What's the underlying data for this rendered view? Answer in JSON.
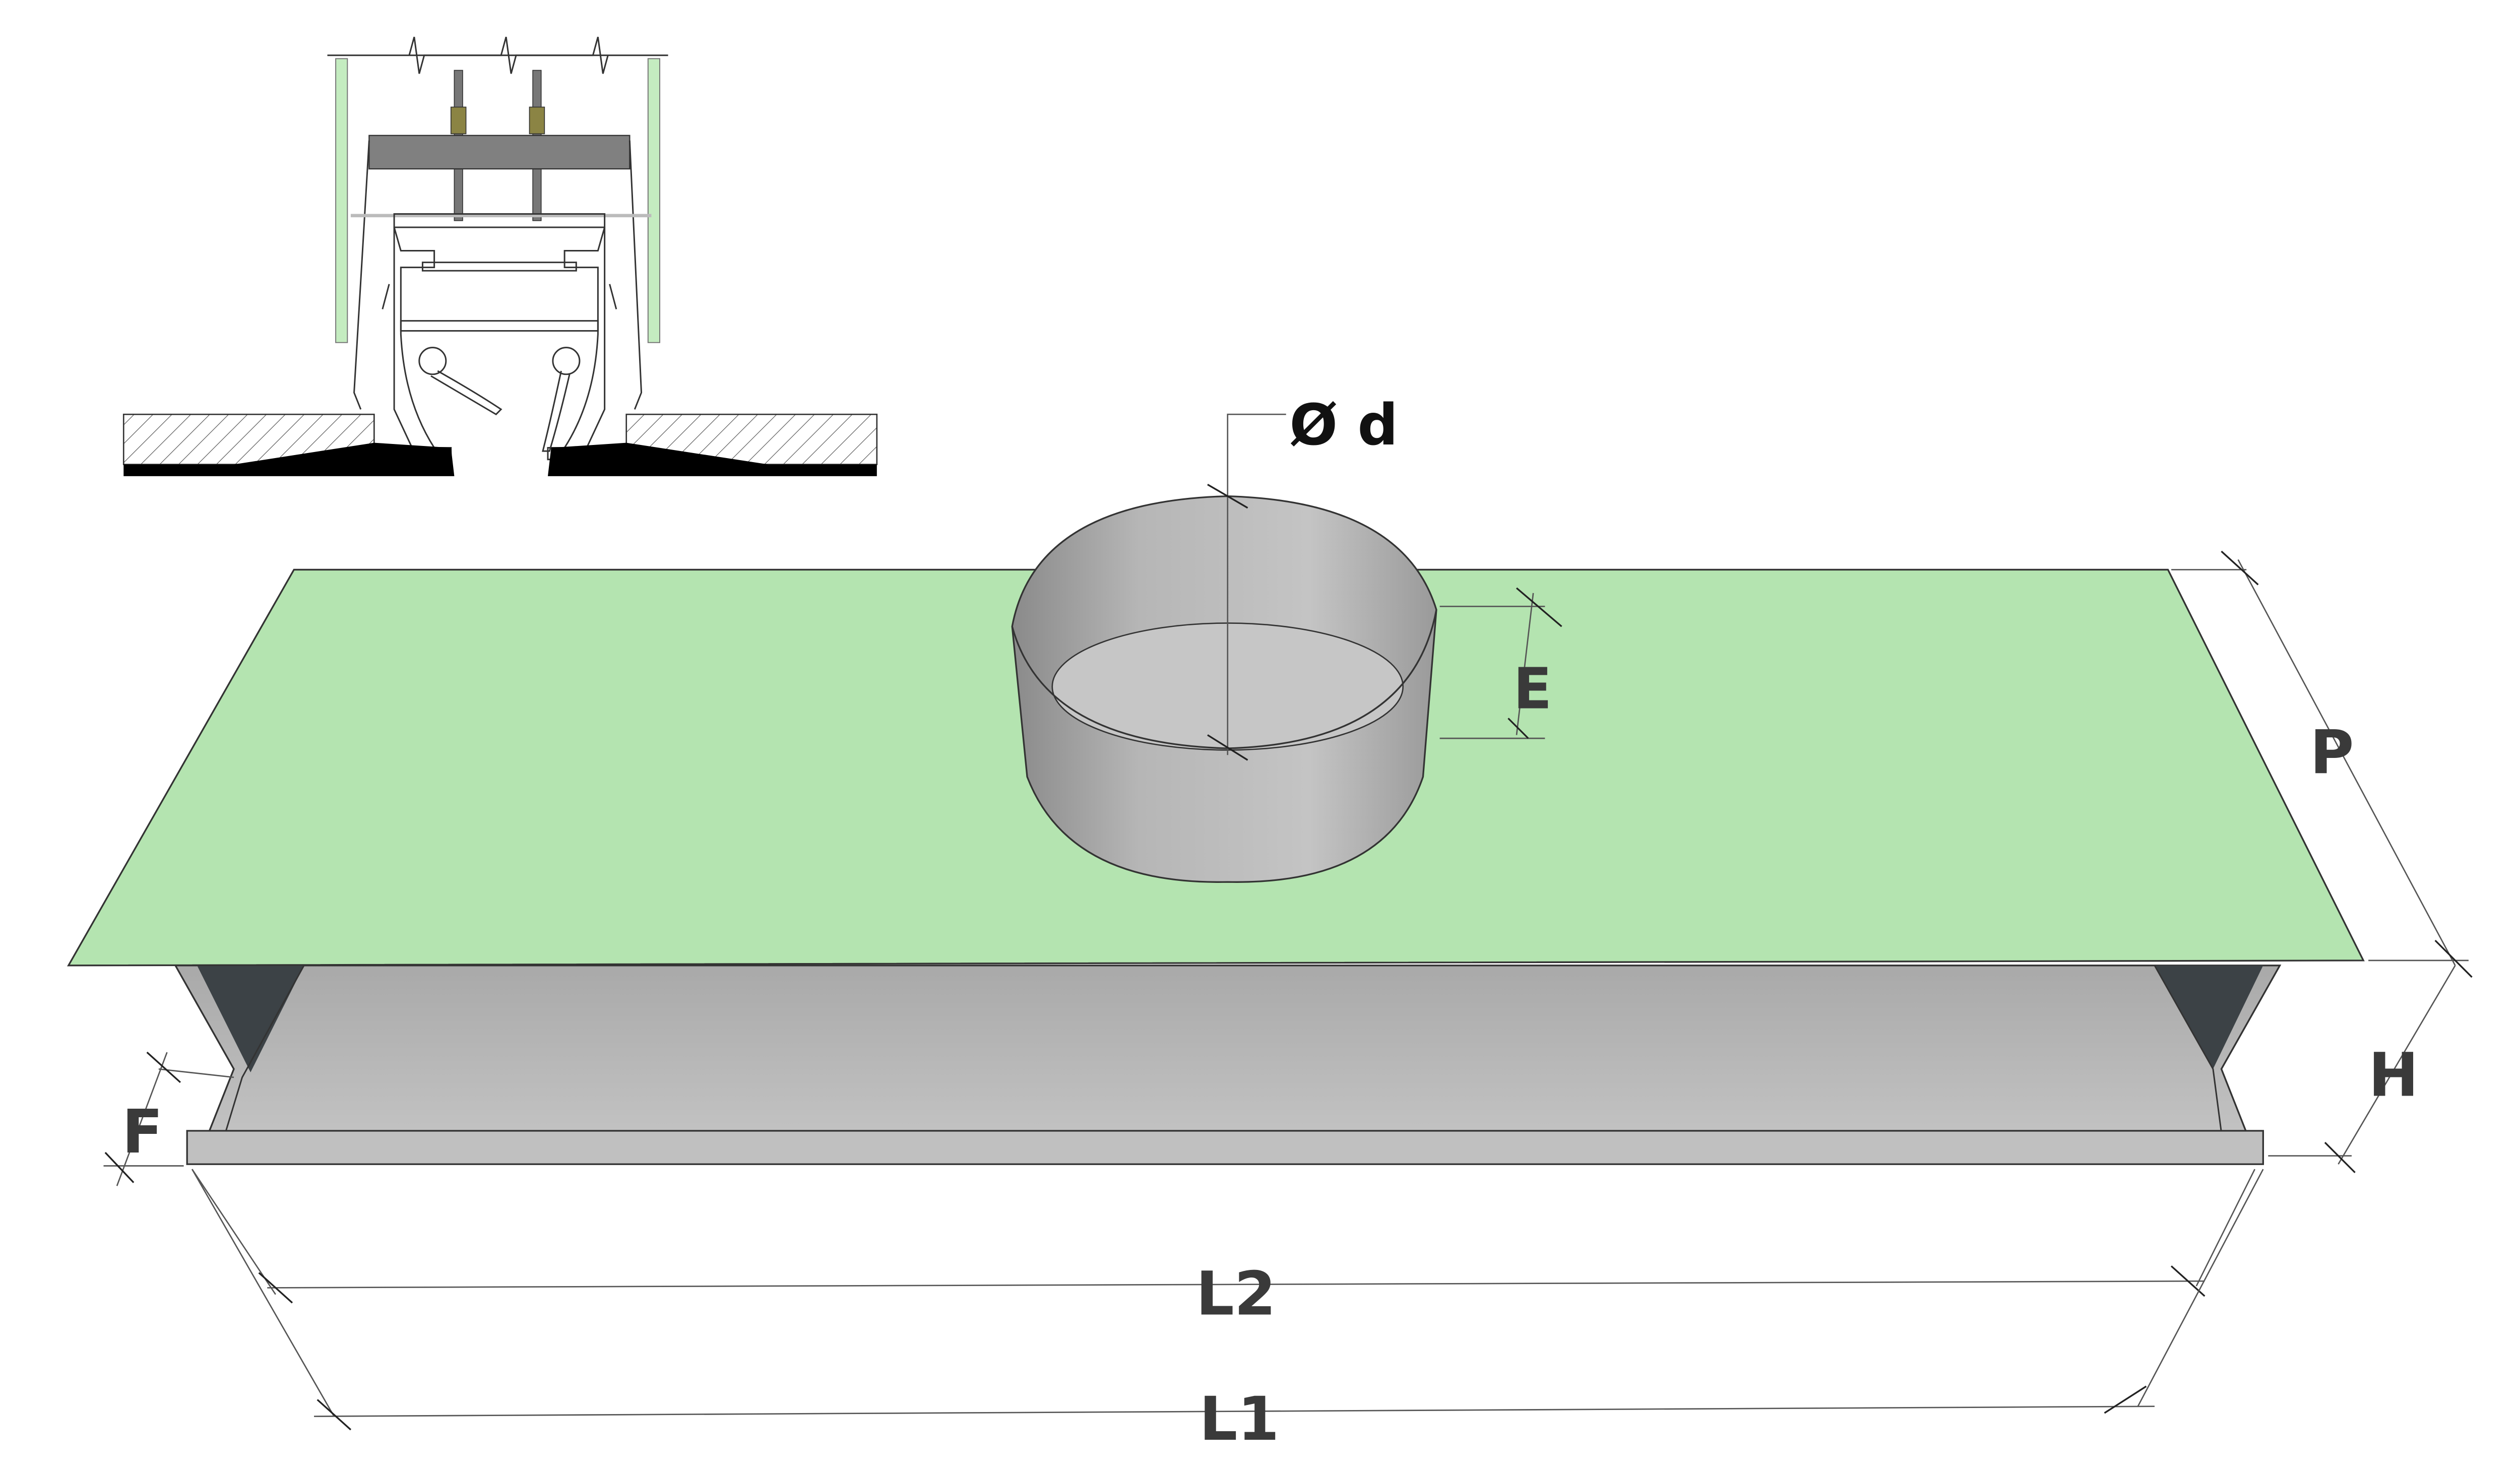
{
  "labels": {
    "diameter": "Ø d",
    "collar_height": "E",
    "depth": "P",
    "height": "H",
    "flange": "F",
    "inner_length": "L2",
    "outer_length": "L1"
  },
  "colors": {
    "plate": "#b4e4b0",
    "metal": "#b8b8b8",
    "metal_dark": "#8c8c8c",
    "inner_dark": "#3c4246",
    "inset_green": "#c4ecc0",
    "label": "#3a3a3a"
  }
}
